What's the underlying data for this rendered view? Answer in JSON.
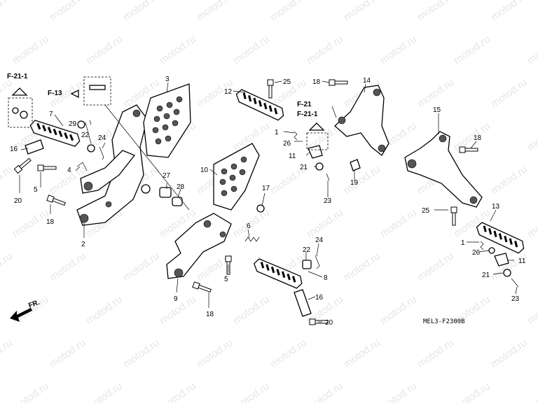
{
  "diagram": {
    "diagram_code": "MEL3-F2300B",
    "watermark_text": "motod.ru",
    "direction_label": "FR.",
    "references": [
      "F-21-1",
      "F-13",
      "F-21",
      "F-21-1"
    ],
    "callouts": [
      "1",
      "2",
      "3",
      "4",
      "5",
      "6",
      "7",
      "8",
      "9",
      "10",
      "11",
      "12",
      "13",
      "14",
      "15",
      "16",
      "17",
      "18",
      "19",
      "20",
      "21",
      "22",
      "23",
      "24",
      "25",
      "26",
      "27",
      "28",
      "29"
    ],
    "labels": [
      "F-21-1",
      "F-13",
      "3",
      "7",
      "29",
      "22",
      "24",
      "16",
      "4",
      "5",
      "20",
      "18",
      "2",
      "27",
      "28",
      "10",
      "17",
      "6",
      "9",
      "5",
      "18",
      "22",
      "24",
      "8",
      "16",
      "20",
      "12",
      "25",
      "18",
      "14",
      "F-21",
      "F-21-1",
      "1",
      "26",
      "11",
      "21",
      "23",
      "19",
      "15",
      "18",
      "25",
      "13",
      "1",
      "26",
      "11",
      "21",
      "23"
    ]
  }
}
